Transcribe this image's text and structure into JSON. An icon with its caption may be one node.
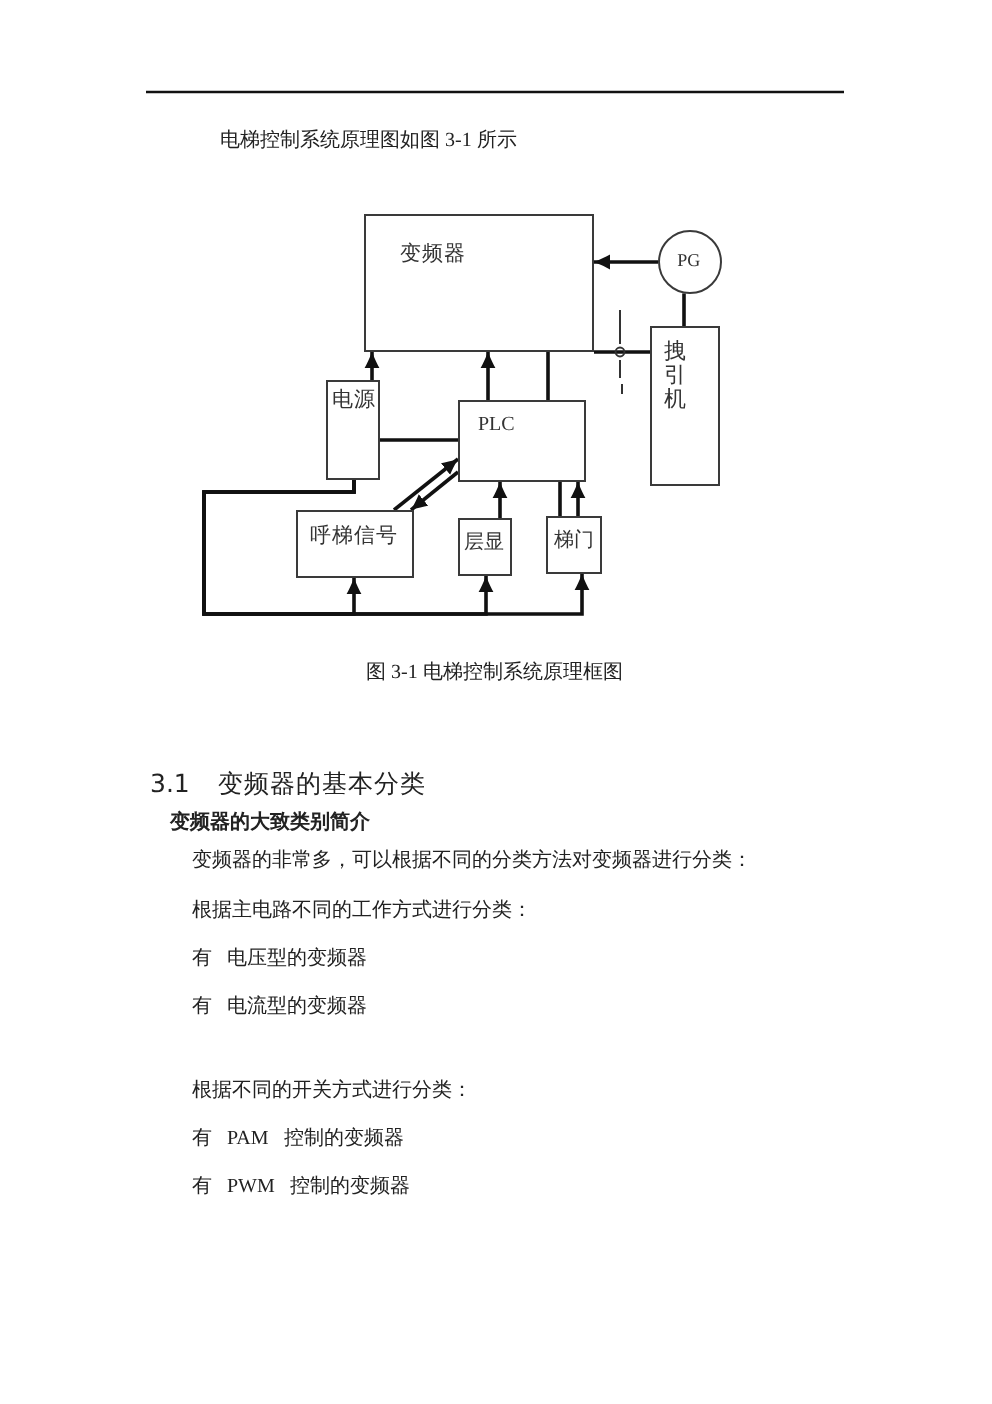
{
  "diagram": {
    "caption": "图 3-1 电梯控制系统原理框图",
    "nodes": [
      {
        "text": [
          "变频器"
        ]
      },
      {
        "text": [
          "PG"
        ]
      },
      {
        "text": [
          "拽引机"
        ]
      },
      {
        "text": [
          "电源"
        ]
      },
      {
        "text": [
          "PLC"
        ]
      },
      {
        "text": [
          "呼梯信号"
        ]
      },
      {
        "text": [
          "层显"
        ]
      },
      {
        "text": [
          "梯门"
        ]
      }
    ],
    "edges": [
      {
        "from": 1,
        "to": 0,
        "arrow": "to"
      },
      {
        "from": 1,
        "to": 2,
        "arrow": "none"
      },
      {
        "from": 0,
        "to": 2,
        "arrow": "none"
      },
      {
        "from": 3,
        "to": 0,
        "arrow": "to"
      },
      {
        "from": 4,
        "to": 0,
        "arrow": "to"
      },
      {
        "from": 4,
        "to": 0,
        "arrow": "none"
      },
      {
        "from": 3,
        "to": 4,
        "arrow": "none"
      },
      {
        "from": 5,
        "to": 4,
        "arrow": "to"
      },
      {
        "from": 4,
        "to": 5,
        "arrow": "to"
      },
      {
        "from": 6,
        "to": 4,
        "arrow": "to"
      },
      {
        "from": 7,
        "to": 4,
        "arrow": "none"
      },
      {
        "from": 7,
        "to": 4,
        "arrow": "to"
      },
      {
        "from": 3,
        "to": 5,
        "arrow": "to"
      },
      {
        "from": 3,
        "to": 6,
        "arrow": "to"
      },
      {
        "from": 3,
        "to": 7,
        "arrow": "to"
      }
    ],
    "labels": [
      "电梯控制系统原理图如图 3-1 所示",
      "3.1 变频器的基本分类",
      "变频器的大致类别简介",
      "变频器的非常多，可以根据不同的分类方法对变频器进行分类：",
      "根据主电路不同的工作方式进行分类：",
      "有 电压型的变频器",
      "有 电流型的变频器",
      "根据不同的开关方式进行分类：",
      "有 PAM 控制的变频器",
      "有 PWM 控制的变频器"
    ]
  }
}
